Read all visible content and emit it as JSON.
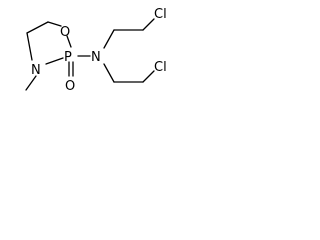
{
  "atoms": {
    "o_ring": "O",
    "p": "P",
    "o_double": "O",
    "n_ring": "N",
    "n_chain": "N",
    "cl_top": "Cl",
    "cl_bottom": "Cl"
  },
  "colors": {
    "background": "#ffffff",
    "ink": "#000000"
  }
}
